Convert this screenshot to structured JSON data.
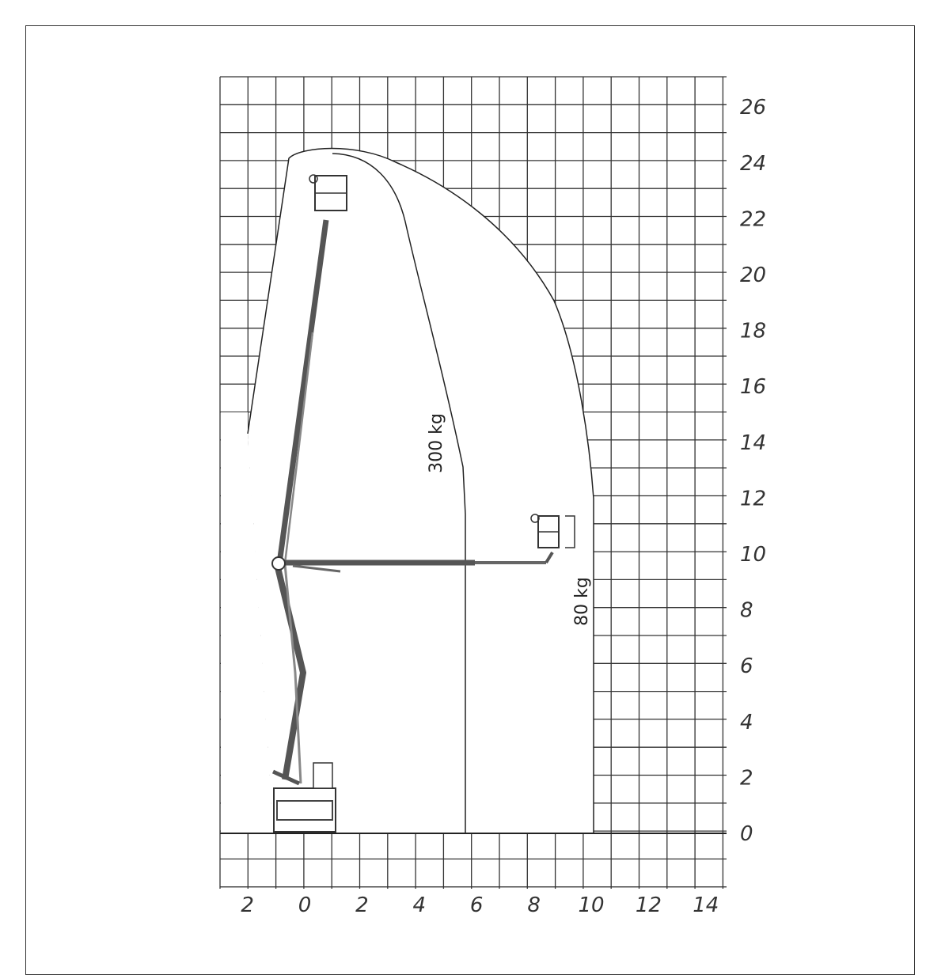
{
  "chart_data": {
    "type": "diagram",
    "title": "",
    "x_tick_labels": [
      "2",
      "0",
      "2",
      "4",
      "6",
      "8",
      "10",
      "12",
      "14"
    ],
    "y_tick_labels": [
      "0",
      "2",
      "4",
      "6",
      "8",
      "10",
      "12",
      "14",
      "16",
      "18",
      "20",
      "22",
      "24",
      "26"
    ],
    "load_zones": [
      {
        "label": "300 kg",
        "max_outreach": 5.8
      },
      {
        "label": "80 kg",
        "max_outreach": 10.4
      }
    ],
    "working_envelope": {
      "max_height": 24.2,
      "max_outreach": 10.4
    },
    "colors": {
      "line": "#222222",
      "grid": "#333333",
      "boom": "#555555"
    }
  }
}
